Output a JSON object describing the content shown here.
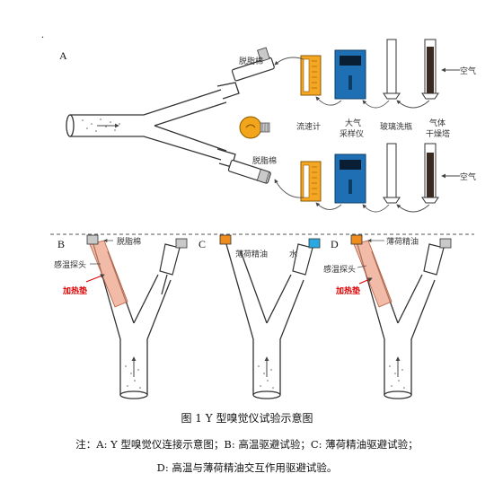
{
  "dot": ".",
  "panels": {
    "A": "A",
    "B": "B",
    "C": "C",
    "D": "D"
  },
  "labels": {
    "cotton_top": "脱脂棉",
    "cotton_bottom": "脱脂棉",
    "air_top": "空气",
    "air_bottom": "空气",
    "flowmeter_1": "流速计",
    "sampler_1": "大气",
    "sampler_2": "采样仪",
    "wash_bottle": "玻璃洗瓶",
    "dry_tower_1": "气体",
    "dry_tower_2": "干燥塔",
    "b_cotton": "脱脂棉",
    "b_probe": "感温探头",
    "b_heat": "加热垫",
    "c_mint": "薄荷精油",
    "c_water": "水",
    "d_mint": "薄荷精油",
    "d_probe": "感温探头",
    "d_heat": "加热垫"
  },
  "caption": {
    "title": "图 1 Y 型嗅觉仪试验示意图",
    "note_line1": "注：A: Y 型嗅觉仪连接示意图；B: 高温驱避试验；C: 薄荷精油驱避试验；",
    "note_line2": "D: 高温与薄荷精油交互作用驱避试验。"
  },
  "colors": {
    "flowmeter": "#f5a623",
    "sampler": "#1f6fb5",
    "heat_pad": "#e9967a",
    "heat_text": "#dd0000",
    "cyan_tip": "#29a9e0",
    "orange_tip": "#f08c1e",
    "dark_fill": "#3a2a1f",
    "bulb": "#f2a51a"
  }
}
